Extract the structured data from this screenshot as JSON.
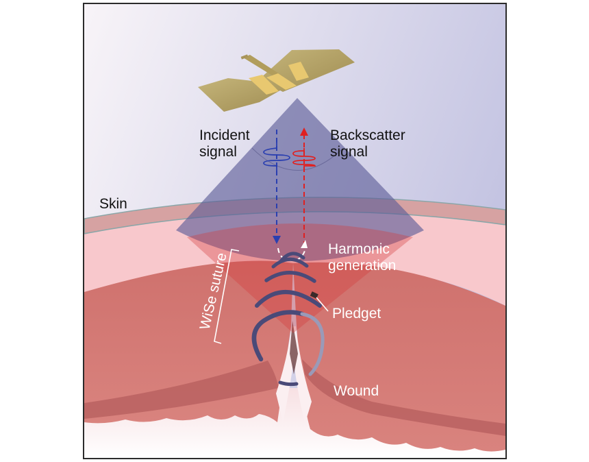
{
  "figure": {
    "labels": {
      "incident": [
        "Incident",
        "signal"
      ],
      "backscatter": [
        "Backscatter",
        "signal"
      ],
      "skin": "Skin",
      "harmonic": [
        "Harmonic",
        "generation"
      ],
      "pledget": "Pledget",
      "wound": "Wound",
      "suture": "WiSe suture"
    },
    "colors": {
      "sky_top": "#f6f3f8",
      "sky_bottom": "#c6c6e4",
      "incident_signal": "#2a3fb0",
      "backscatter_signal": "#e02020",
      "tissue": "#d47a76",
      "tissue_edge": "#b45a5a",
      "dermis": "#f7c9cc",
      "epidermis": "#d8a4a4",
      "cone_blue": "#5a5a96",
      "cone_red": "#d43a3a",
      "antenna_gold": "#b8a66a",
      "antenna_stripe": "#e8c86a",
      "suture_stitch": "#4a4a78"
    },
    "icons": {
      "antenna": "wireless-reader-antenna-icon",
      "incident_wave": "sine-wave-icon",
      "backscatter_wave": "sine-wave-icon"
    }
  }
}
